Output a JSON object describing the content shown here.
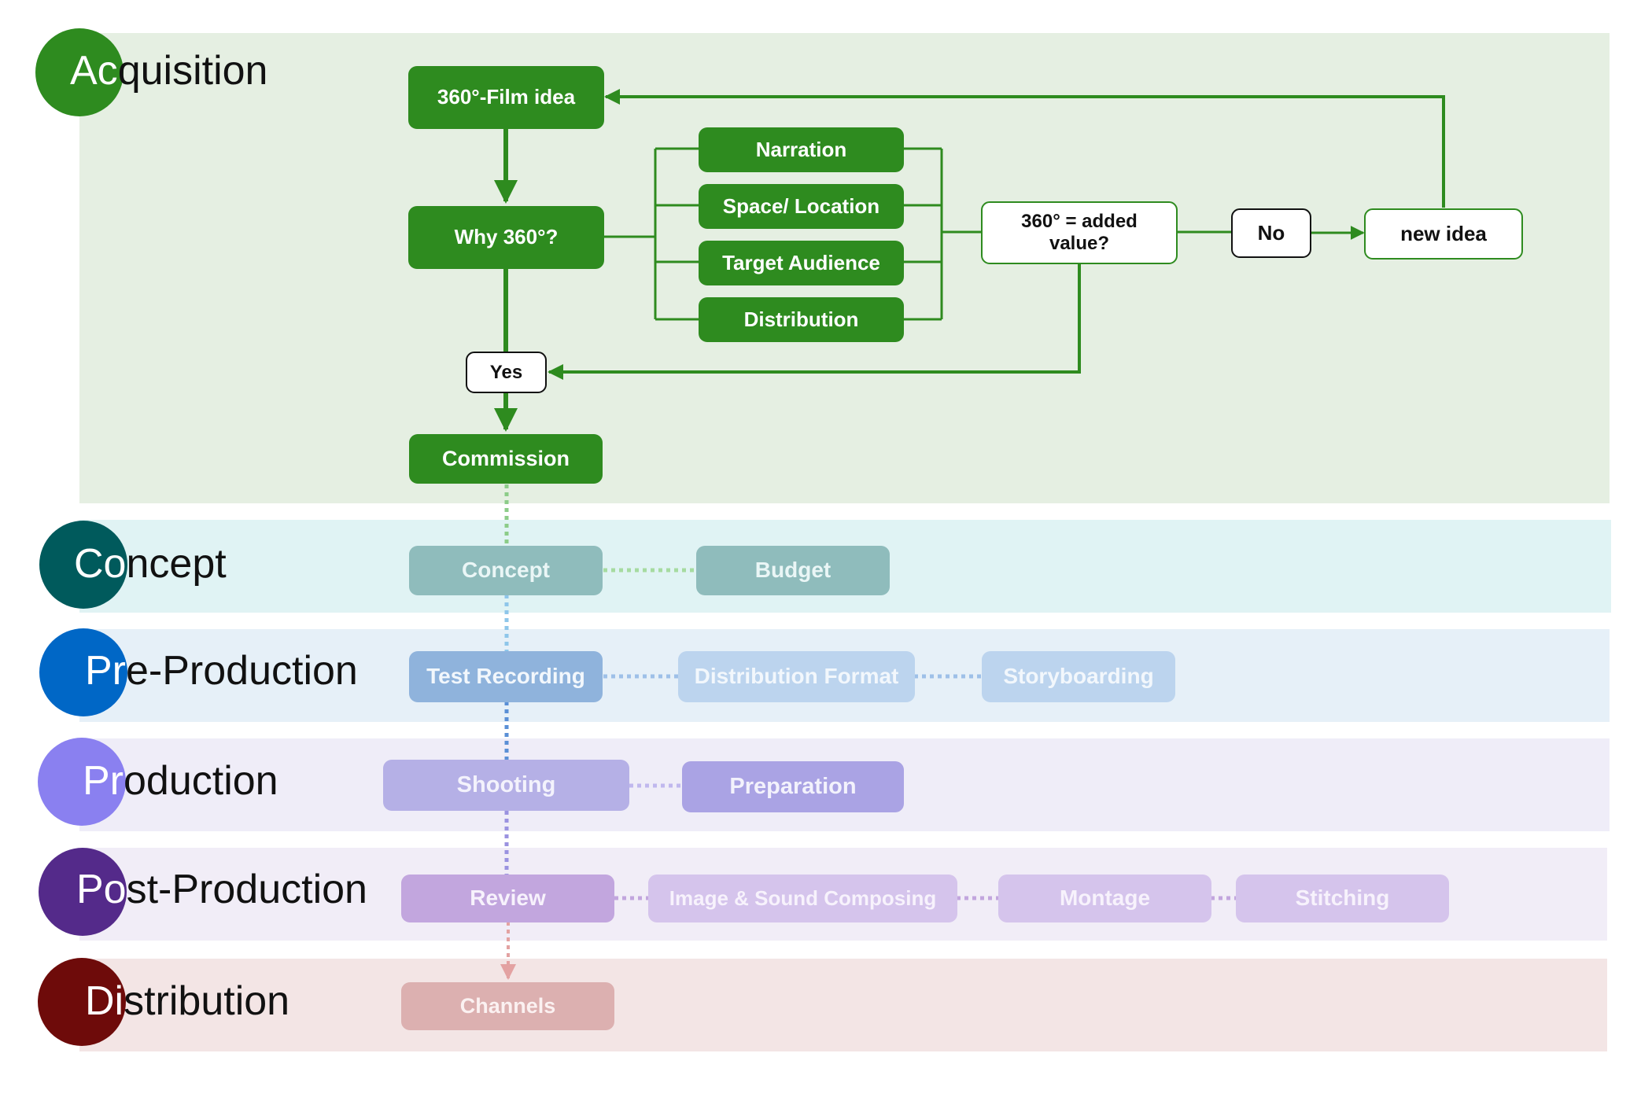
{
  "phases": [
    {
      "id": "acquisition",
      "highlight": "Ac",
      "rest": "quisition",
      "circle_color": "#2e8b1f",
      "band_color": "#e5efe2"
    },
    {
      "id": "concept",
      "highlight": "Co",
      "rest": "ncept",
      "circle_color": "#005a5c",
      "band_color": "#e0f3f4"
    },
    {
      "id": "pre-production",
      "highlight": "Pr",
      "rest": "e-Production",
      "circle_color": "#0067c6",
      "band_color": "#e6f0f8"
    },
    {
      "id": "production",
      "highlight": "Pr",
      "rest": "oduction",
      "circle_color": "#8a80f0",
      "band_color": "#efedf8"
    },
    {
      "id": "post-production",
      "highlight": "Po",
      "rest": "st-Production",
      "circle_color": "#542a8a",
      "band_color": "#f1edf7"
    },
    {
      "id": "distribution",
      "highlight": "Di",
      "rest": "stribution",
      "circle_color": "#6e0b0a",
      "band_color": "#f3e5e5"
    }
  ],
  "acquisition": {
    "film_idea": "360°-Film idea",
    "why_360": "Why 360°?",
    "criteria": [
      "Narration",
      "Space/ Location",
      "Target Audience",
      "Distribution"
    ],
    "decision": "360° = added value?",
    "no": "No",
    "new_idea": "new idea",
    "yes": "Yes",
    "commission": "Commission"
  },
  "concept_steps": [
    "Concept",
    "Budget"
  ],
  "preproduction_steps": [
    "Test Recording",
    "Distribution Format",
    "Storyboarding"
  ],
  "production_steps": [
    "Shooting",
    "Preparation"
  ],
  "postproduction_steps": [
    "Review",
    "Image & Sound Composing",
    "Montage",
    "Stitching"
  ],
  "distribution_steps": [
    "Channels"
  ],
  "colors": {
    "acq_green": "#2e8b1f",
    "concept_box": "#8fbcbc",
    "concept_box_light": "#8fbcbc",
    "pre_box": "#8fb3dc",
    "pre_box_light": "#bcd4ee",
    "prod_box": "#b5b0e6",
    "prod_box_dark": "#aaa3e4",
    "post_box": "#c2a6de",
    "post_box_light": "#d5c4ec",
    "dist_box": "#dcb0b0"
  }
}
